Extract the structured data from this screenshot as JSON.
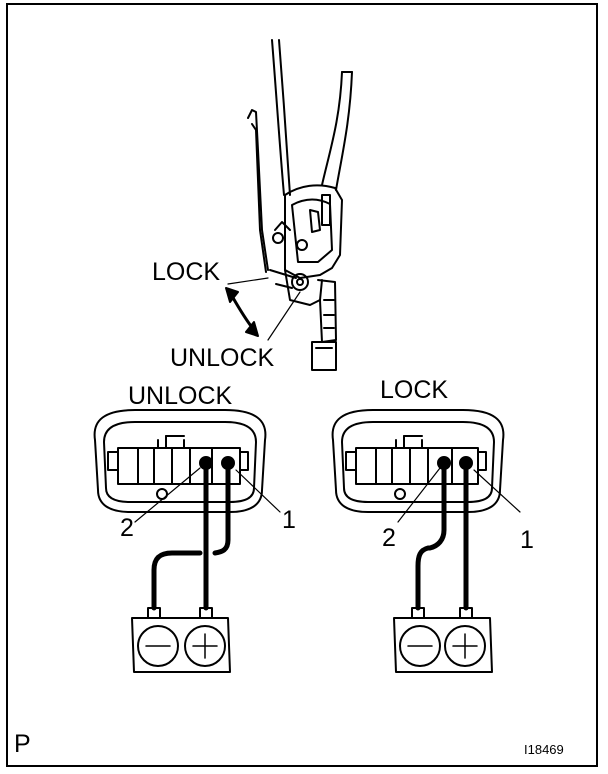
{
  "top": {
    "lock_label": "LOCK",
    "unlock_label": "UNLOCK"
  },
  "left_panel": {
    "title": "UNLOCK",
    "terminal_2": "2",
    "terminal_1": "1"
  },
  "right_panel": {
    "title": "LOCK",
    "terminal_2": "2",
    "terminal_1": "1"
  },
  "battery": {
    "negative_symbol": "—",
    "positive_symbol": "+"
  },
  "footer": {
    "page_marker": "P",
    "figure_id": "I18469"
  }
}
